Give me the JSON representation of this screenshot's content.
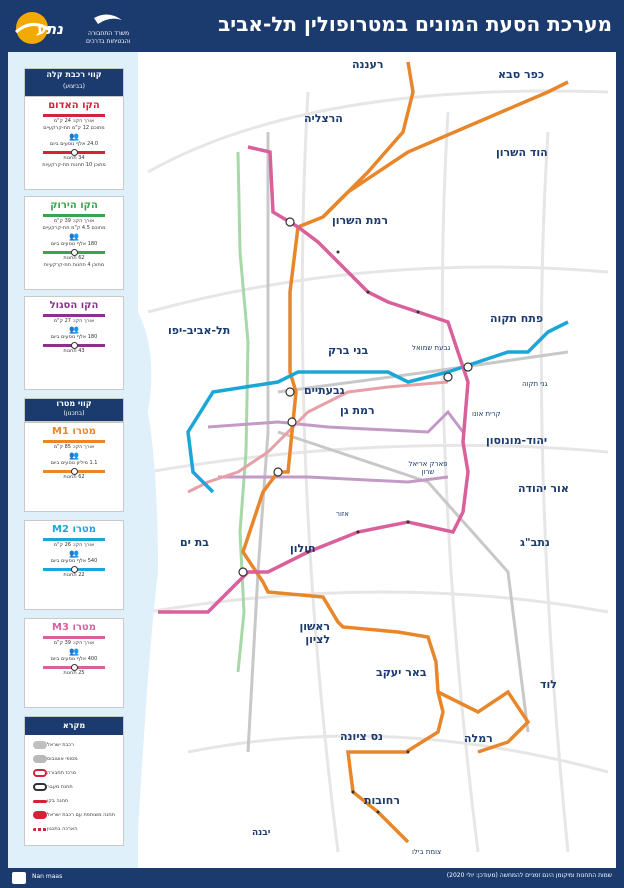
{
  "header": {
    "title": "מערכת הסעת המונים במטרופולין תל-אביב",
    "logo_text": "נתע",
    "ministry_line1": "משרד התחבורה",
    "ministry_line2": "והבטיחות בדרכים"
  },
  "sidebar": {
    "lrt_header": "קווי רכבת קלה",
    "lrt_sub": "(בביצוע)",
    "red": {
      "title": "הקו האדום",
      "length": "אורך הקו: 24 ק\"מ",
      "under": "מתוכם 12 ק\"מ תת-קרקעיים",
      "passengers": "24.0 אלף נוסעים ביום",
      "stations": "34 תחנות",
      "stations_under": "מתוכן 10 תחנות תת-קרקעיות",
      "color": "#d6213a"
    },
    "green": {
      "title": "הקו הירוק",
      "length": "אורך הקו: 39 ק\"מ",
      "under": "מתוכם 4.5 ק\"מ תת-קרקעיים",
      "passengers": "180 אלף נוסעים ביום",
      "stations": "62 תחנות",
      "stations_under": "מתוכן 4 תחנות תת-קרקעיות",
      "color": "#3aa44a"
    },
    "purple": {
      "title": "הקו הסגול",
      "length": "אורך הקו: 27 ק\"מ",
      "passengers": "180 אלף נוסעים ביום",
      "stations": "43 תחנות",
      "color": "#8c2f8f"
    },
    "metro_header": "קווי מטרו",
    "metro_sub": "(בתכנון)",
    "m1": {
      "title": "מטרו M1",
      "length": "אורך הקו: 85 ק\"מ",
      "passengers": "1.1 מיליון נוסעים ביום",
      "stations": "62 תחנות",
      "color": "#e8862b"
    },
    "m2": {
      "title": "מטרו M2",
      "length": "אורך הקו: 26 ק\"מ",
      "passengers": "540 אלף נוסעים ביום",
      "stations": "22 תחנות",
      "color": "#1aa7d8"
    },
    "m3": {
      "title": "מטרו M3",
      "length": "אורך הקו: 39 ק\"מ",
      "passengers": "400 אלף נוסעים ביום",
      "stations": "25 תחנות",
      "color": "#d9609a"
    },
    "legend_header": "מקרא",
    "legend": [
      {
        "label": "רכבת ישראל",
        "color": "#c0c0c0"
      },
      {
        "label": "מסופי אוטובוס",
        "color": "#b9b9b9"
      },
      {
        "label": "מרכז תחבורה",
        "color": "#d6213a"
      },
      {
        "label": "תחנת מעבר",
        "color": "#d6213a"
      },
      {
        "label": "תחנה בקו",
        "color": "#d6213a"
      },
      {
        "label": "תחנה משותפת עם רכבת ישראל",
        "color": "#d6213a"
      },
      {
        "label": "הארכה בתכנון",
        "color": "#d6213a"
      }
    ]
  },
  "cities": [
    {
      "name": "רעננה"
    },
    {
      "name": "כפר סבא"
    },
    {
      "name": "הרצליה"
    },
    {
      "name": "הוד השרון"
    },
    {
      "name": "רמת השרון"
    },
    {
      "name": "פתח תקוה"
    },
    {
      "name": "תל-אביב-יפו"
    },
    {
      "name": "בני ברק"
    },
    {
      "name": "גבעת שמואל"
    },
    {
      "name": "גבעתיים"
    },
    {
      "name": "רמת גן"
    },
    {
      "name": "קרית אונו"
    },
    {
      "name": "יהוד-מונוסון"
    },
    {
      "name": "אור יהודה"
    },
    {
      "name": "גני תקוה"
    },
    {
      "name": "בת ים"
    },
    {
      "name": "חולון"
    },
    {
      "name": "אזור"
    },
    {
      "name": "נתב\"ג"
    },
    {
      "name": "ראשון לציון"
    },
    {
      "name": "באר יעקב"
    },
    {
      "name": "לוד"
    },
    {
      "name": "נס ציונה"
    },
    {
      "name": "רמלה"
    },
    {
      "name": "רחובות"
    },
    {
      "name": "יבנה"
    },
    {
      "name": "צומת בילו"
    },
    {
      "name": "פארק אריאל שרון"
    }
  ],
  "map_colors": {
    "red": "#d6213a",
    "green": "#3aa44a",
    "purple": "#8c2f8f",
    "m1": "#e8862b",
    "m2": "#1aa7d8",
    "m3": "#d9609a",
    "rail": "#bdbdbd"
  },
  "footer": {
    "text": "שמות התחנות ומיקומן הינם זמניים להמחשה (מעודכן: יולי 2020)",
    "brand": "Nan maas"
  }
}
